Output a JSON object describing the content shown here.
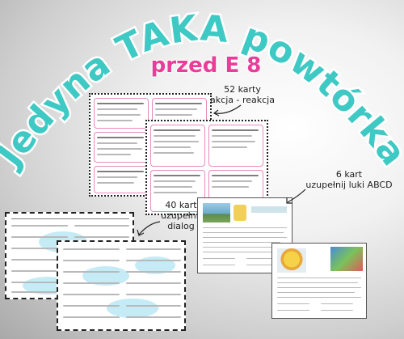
{
  "title": {
    "main": "Jedyna TAKA powtórka",
    "subtitle": "przed E 8"
  },
  "labels": {
    "action_cards": "52 karty\nakcja - reakcja",
    "dialog_cards": "40 kart\nuzupełnij dialog",
    "abcd_cards": "6 kart\nuzupełnij luki ABCD"
  },
  "colors": {
    "title": "#3ec9c4",
    "subtitle": "#e83e9a",
    "card_border": "#e78ac0",
    "background": "#d9d9d9"
  }
}
